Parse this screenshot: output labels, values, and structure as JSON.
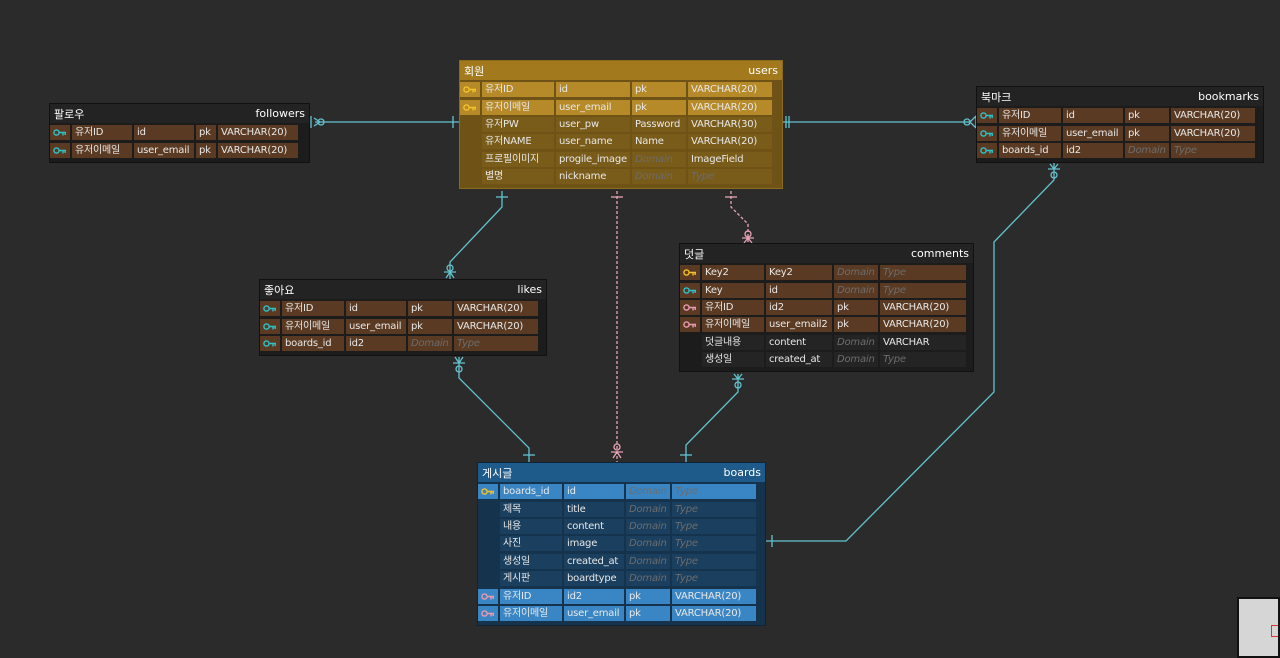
{
  "colors": {
    "line_teal": "#62c3cf",
    "line_pink": "#e8a3b5",
    "key_yellow": "#f3c12b",
    "key_teal": "#2ec1c9",
    "key_pink": "#e79ab0"
  },
  "tables": {
    "followers": {
      "title_ko": "팔로우",
      "title_en": "followers",
      "rows": [
        {
          "icon": "key-teal",
          "logical": "유저ID",
          "physical": "id",
          "domain": "pk",
          "type": "VARCHAR(20)"
        },
        {
          "icon": "key-teal",
          "logical": "유저이메일",
          "physical": "user_email",
          "domain": "pk",
          "type": "VARCHAR(20)"
        }
      ]
    },
    "users": {
      "title_ko": "회원",
      "title_en": "users",
      "rows": [
        {
          "icon": "key-yellow",
          "logical": "유저ID",
          "physical": "id",
          "domain": "pk",
          "type": "VARCHAR(20)"
        },
        {
          "icon": "key-yellow",
          "logical": "유저이메일",
          "physical": "user_email",
          "domain": "pk",
          "type": "VARCHAR(20)"
        },
        {
          "icon": "",
          "logical": "유저PW",
          "physical": "user_pw",
          "domain": "Password",
          "type": "VARCHAR(30)"
        },
        {
          "icon": "",
          "logical": "유저NAME",
          "physical": "user_name",
          "domain": "Name",
          "type": "VARCHAR(20)"
        },
        {
          "icon": "",
          "logical": "프로필이미지",
          "physical": "progile_image",
          "domain": "Domain",
          "type": "ImageField"
        },
        {
          "icon": "",
          "logical": "별명",
          "physical": "nickname",
          "domain": "Domain",
          "type": "Type"
        }
      ]
    },
    "bookmarks": {
      "title_ko": "북마크",
      "title_en": "bookmarks",
      "rows": [
        {
          "icon": "key-teal",
          "logical": "유저ID",
          "physical": "id",
          "domain": "pk",
          "type": "VARCHAR(20)"
        },
        {
          "icon": "key-teal",
          "logical": "유저이메일",
          "physical": "user_email",
          "domain": "pk",
          "type": "VARCHAR(20)"
        },
        {
          "icon": "key-teal",
          "logical": "boards_id",
          "physical": "id2",
          "domain": "Domain",
          "type": "Type"
        }
      ]
    },
    "likes": {
      "title_ko": "좋아요",
      "title_en": "likes",
      "rows": [
        {
          "icon": "key-teal",
          "logical": "유저ID",
          "physical": "id",
          "domain": "pk",
          "type": "VARCHAR(20)"
        },
        {
          "icon": "key-teal",
          "logical": "유저이메일",
          "physical": "user_email",
          "domain": "pk",
          "type": "VARCHAR(20)"
        },
        {
          "icon": "key-teal",
          "logical": "boards_id",
          "physical": "id2",
          "domain": "Domain",
          "type": "Type"
        }
      ]
    },
    "comments": {
      "title_ko": "덧글",
      "title_en": "comments",
      "rows": [
        {
          "icon": "key-yellow",
          "logical": "Key2",
          "physical": "Key2",
          "domain": "Domain",
          "type": "Type"
        },
        {
          "icon": "key-teal",
          "logical": "Key",
          "physical": "id",
          "domain": "Domain",
          "type": "Type"
        },
        {
          "icon": "key-pink",
          "logical": "유저ID",
          "physical": "id2",
          "domain": "pk",
          "type": "VARCHAR(20)"
        },
        {
          "icon": "key-pink",
          "logical": "유저이메일",
          "physical": "user_email2",
          "domain": "pk",
          "type": "VARCHAR(20)"
        },
        {
          "icon": "",
          "logical": "덧글내용",
          "physical": "content",
          "domain": "Domain",
          "type": "VARCHAR"
        },
        {
          "icon": "",
          "logical": "생성일",
          "physical": "created_at",
          "domain": "Domain",
          "type": "Type"
        }
      ]
    },
    "boards": {
      "title_ko": "게시글",
      "title_en": "boards",
      "rows": [
        {
          "icon": "key-yellow",
          "logical": "boards_id",
          "physical": "id",
          "domain": "Domain",
          "type": "Type"
        },
        {
          "icon": "",
          "logical": "제목",
          "physical": "title",
          "domain": "Domain",
          "type": "Type"
        },
        {
          "icon": "",
          "logical": "내용",
          "physical": "content",
          "domain": "Domain",
          "type": "Type"
        },
        {
          "icon": "",
          "logical": "사진",
          "physical": "image",
          "domain": "Domain",
          "type": "Type"
        },
        {
          "icon": "",
          "logical": "생성일",
          "physical": "created_at",
          "domain": "Domain",
          "type": "Type"
        },
        {
          "icon": "",
          "logical": "게시판",
          "physical": "boardtype",
          "domain": "Domain",
          "type": "Type"
        },
        {
          "icon": "key-pink",
          "logical": "유저ID",
          "physical": "id2",
          "domain": "pk",
          "type": "VARCHAR(20)"
        },
        {
          "icon": "key-pink",
          "logical": "유저이메일",
          "physical": "user_email",
          "domain": "pk",
          "type": "VARCHAR(20)"
        }
      ]
    }
  }
}
